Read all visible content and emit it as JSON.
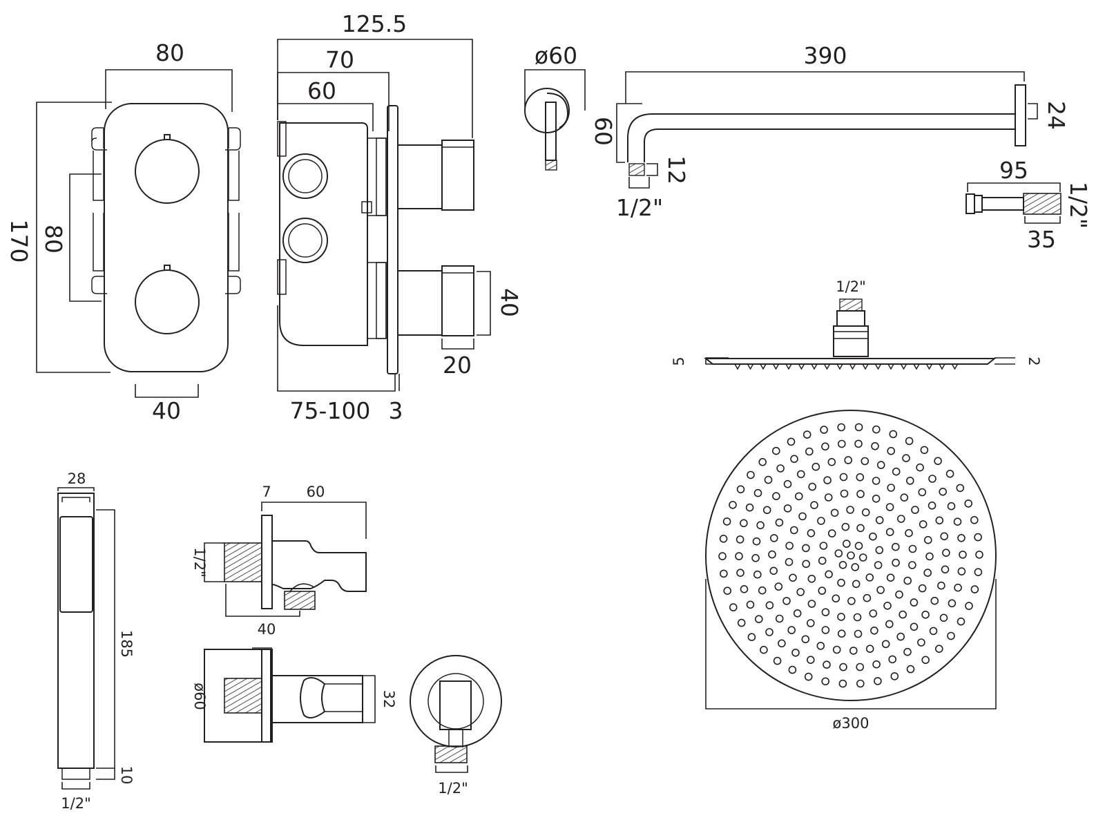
{
  "colors": {
    "line": "#231f20",
    "background": "#ffffff"
  },
  "valve_front": {
    "width": "80",
    "height": "170",
    "handle_spacing": "80",
    "bottom": "40"
  },
  "valve_side": {
    "overall_depth": "125.5",
    "depth_70": "70",
    "depth_60": "60",
    "wall_depth": "75-100",
    "plate": "3",
    "cartridge_height": "40",
    "cartridge_depth": "20"
  },
  "wall_flange": {
    "diameter": "ø60"
  },
  "shower_arm": {
    "length": "390",
    "drop": "60",
    "flange": "24",
    "thread_len": "12",
    "thread": "1/2\""
  },
  "arm_connector": {
    "length": "95",
    "thread_len": "35",
    "thread": "1/2\""
  },
  "shower_head_side": {
    "thread": "1/2\"",
    "thickness_left": "5",
    "thickness_right": "2"
  },
  "shower_head_top": {
    "diameter": "ø300"
  },
  "hand_shower": {
    "width": "28",
    "length": "185",
    "end": "10",
    "thread": "1/2\""
  },
  "wall_outlet_side": {
    "plate": "7",
    "depth": "60",
    "thread": "1/2\"",
    "outlet": "40"
  },
  "wall_outlet_top": {
    "diameter": "ø60",
    "holder": "32"
  },
  "wall_outlet_front": {
    "thread": "1/2\""
  }
}
